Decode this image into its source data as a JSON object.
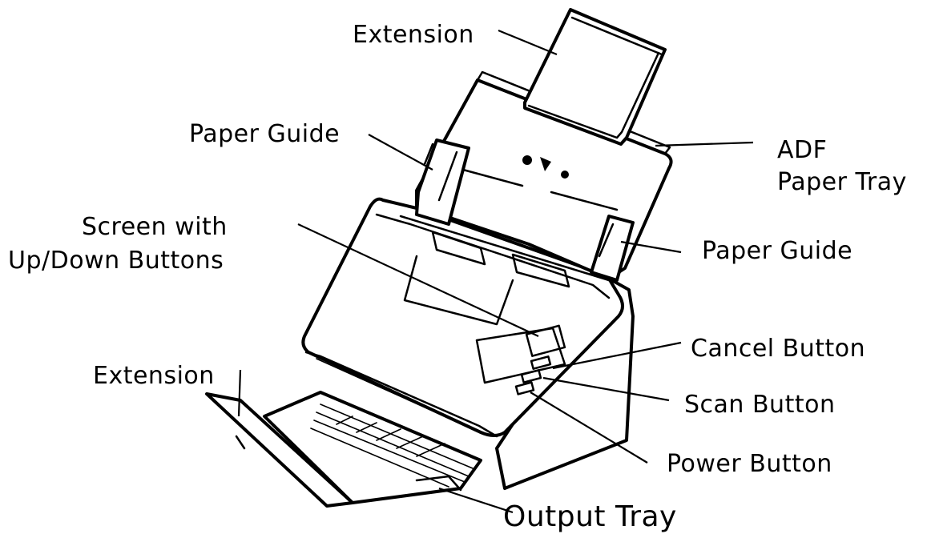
{
  "labels": {
    "extension_top": "Extension",
    "paper_guide_left": "Paper Guide",
    "adf_tray_line1": "ADF",
    "adf_tray_line2": "Paper Tray",
    "screen_line1": "Screen with",
    "screen_line2": "Up/Down Buttons",
    "paper_guide_right": "Paper Guide",
    "cancel_button": "Cancel Button",
    "extension_bottom": "Extension",
    "scan_button": "Scan Button",
    "power_button": "Power Button",
    "output_tray": "Output Tray"
  }
}
